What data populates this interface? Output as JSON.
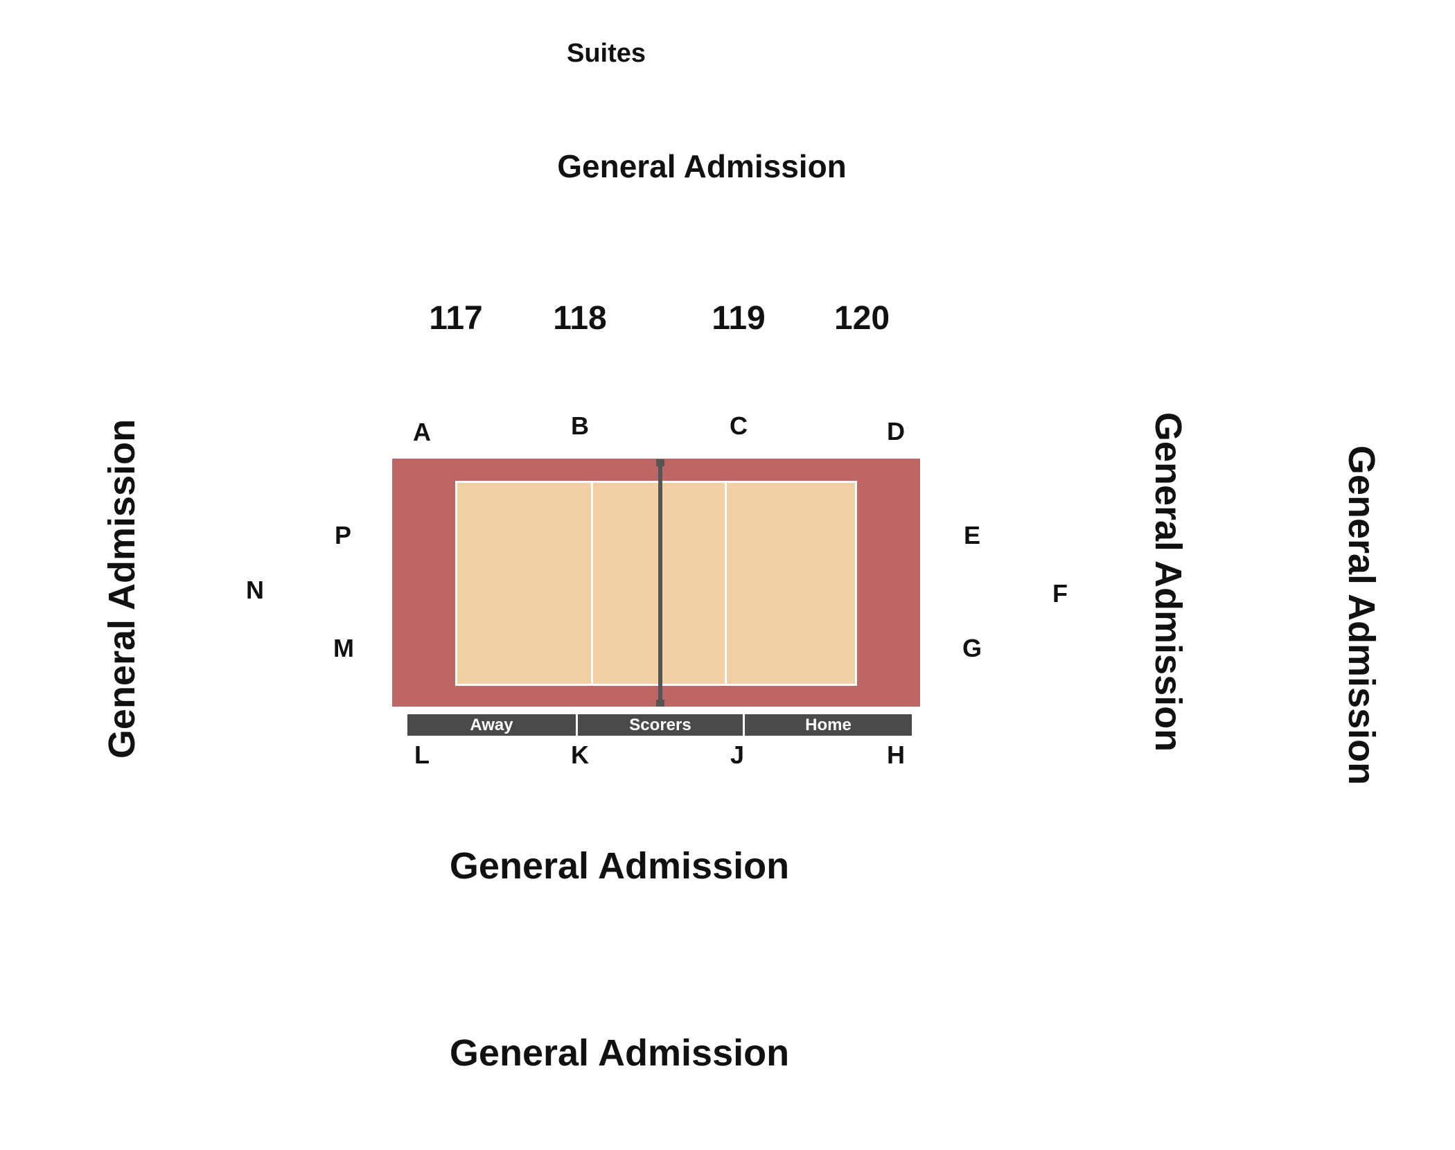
{
  "venue": {
    "suites": "Suites",
    "ga_top": "General Admission",
    "ga_bottom_1": "General Admission",
    "ga_bottom_2": "General Admission",
    "ga_left": "General Admission",
    "ga_right_1": "General Admission",
    "ga_right_2": "General Admission"
  },
  "sections": {
    "s117": "117",
    "s118": "118",
    "s119": "119",
    "s120": "120"
  },
  "letters": {
    "A": "A",
    "B": "B",
    "C": "C",
    "D": "D",
    "E": "E",
    "F": "F",
    "G": "G",
    "H": "H",
    "J": "J",
    "K": "K",
    "L": "L",
    "M": "M",
    "N": "N",
    "P": "P"
  },
  "benches": {
    "away": "Away",
    "scorers": "Scorers",
    "home": "Home"
  },
  "colors": {
    "court_surround": "#bf6666",
    "court_playing": "#f2d0a4",
    "net": "#555555",
    "bench": "#4a4a4a"
  }
}
